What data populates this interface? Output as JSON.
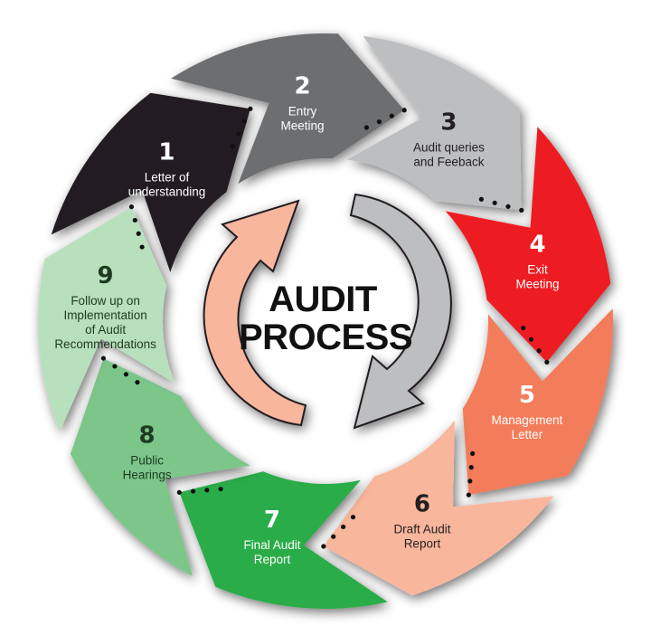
{
  "title": {
    "line1": "AUDIT",
    "line2": "PROCESS"
  },
  "steps": [
    {
      "number": "1",
      "lines": [
        "Letter of",
        "understanding"
      ],
      "color": "#231f20",
      "text_color": "#ffffff"
    },
    {
      "number": "2",
      "lines": [
        "Entry",
        "Meeting"
      ],
      "color": "#6d6e70",
      "text_color": "#ffffff"
    },
    {
      "number": "3",
      "lines": [
        "Audit queries",
        "and Feeback"
      ],
      "color": "#bcbec0",
      "text_color": "#231f20"
    },
    {
      "number": "4",
      "lines": [
        "Exit",
        "Meeting"
      ],
      "color": "#ed1c24",
      "text_color": "#ffffff"
    },
    {
      "number": "5",
      "lines": [
        "Management",
        "Letter"
      ],
      "color": "#f37b5a",
      "text_color": "#ffffff"
    },
    {
      "number": "6",
      "lines": [
        "Draft Audit",
        "Report"
      ],
      "color": "#f8b69c",
      "text_color": "#231f20"
    },
    {
      "number": "7",
      "lines": [
        "Final Audit",
        "Report"
      ],
      "color": "#2bac4a",
      "text_color": "#ffffff"
    },
    {
      "number": "8",
      "lines": [
        "Public",
        "Hearings"
      ],
      "color": "#7cc68a",
      "text_color": "#1e3a22"
    },
    {
      "number": "9",
      "lines": [
        "Follow up on",
        "Implementation",
        "of Audit",
        "Recommendations"
      ],
      "color": "#b9e0bc",
      "text_color": "#1e3a22"
    }
  ],
  "arrows": {
    "left_color": "#f8b69c",
    "right_color": "#bcbec0"
  }
}
